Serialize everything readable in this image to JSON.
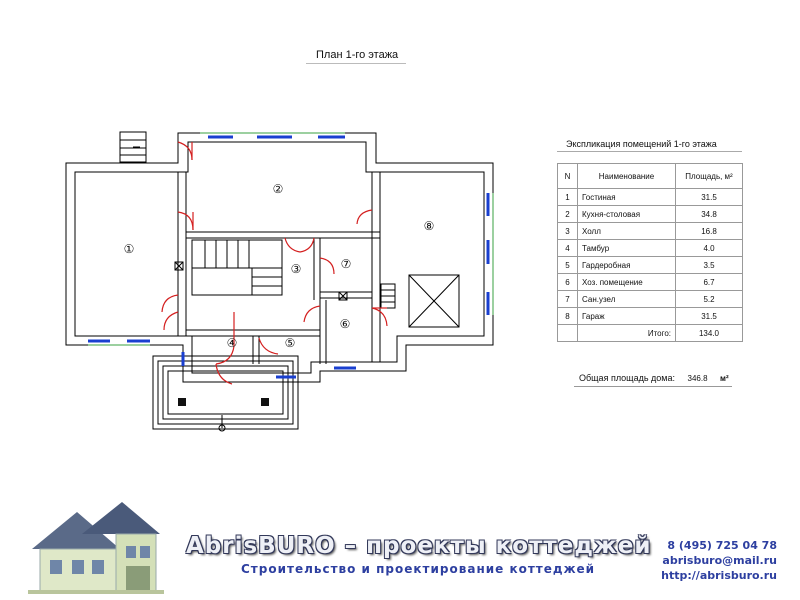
{
  "plan": {
    "title": "План 1-го этажа",
    "room_numbers": [
      "①",
      "②",
      "③",
      "④",
      "⑤",
      "⑥",
      "⑦",
      "⑧"
    ]
  },
  "explication": {
    "title": "Экспликация помещений 1-го этажа",
    "headers": {
      "n": "N",
      "name": "Наименование",
      "area": "Площадь, м²"
    },
    "rows": [
      {
        "n": "1",
        "name": "Гостиная",
        "area": "31.5"
      },
      {
        "n": "2",
        "name": "Кухня-столовая",
        "area": "34.8"
      },
      {
        "n": "3",
        "name": "Холл",
        "area": "16.8"
      },
      {
        "n": "4",
        "name": "Тамбур",
        "area": "4.0"
      },
      {
        "n": "5",
        "name": "Гардеробная",
        "area": "3.5"
      },
      {
        "n": "6",
        "name": "Хоз. помещение",
        "area": "6.7"
      },
      {
        "n": "7",
        "name": "Сан.узел",
        "area": "5.2"
      },
      {
        "n": "8",
        "name": "Гараж",
        "area": "31.5"
      }
    ],
    "total_label": "Итого:",
    "total_value": "134.0"
  },
  "house_area": {
    "label": "Общая площадь дома:",
    "value": "346.8",
    "unit": "м²"
  },
  "footer": {
    "brand": "AbrisBURO – проекты коттеджей",
    "subtitle": "Строительство и проектирование коттеджей",
    "phone": "8 (495) 725 04 78",
    "email": "abrisburo@mail.ru",
    "website": "http://abrisburo.ru"
  },
  "colors": {
    "wall": "#ffffff",
    "window_blue": "#1a3fd0",
    "door_red": "#d42020",
    "window_green": "#3aa040",
    "brand_text": "#2d3fa0"
  },
  "icons": [
    "house-logo-icon",
    "stairs-icon",
    "door-swing-icon",
    "window-icon",
    "garage-door-icon"
  ]
}
